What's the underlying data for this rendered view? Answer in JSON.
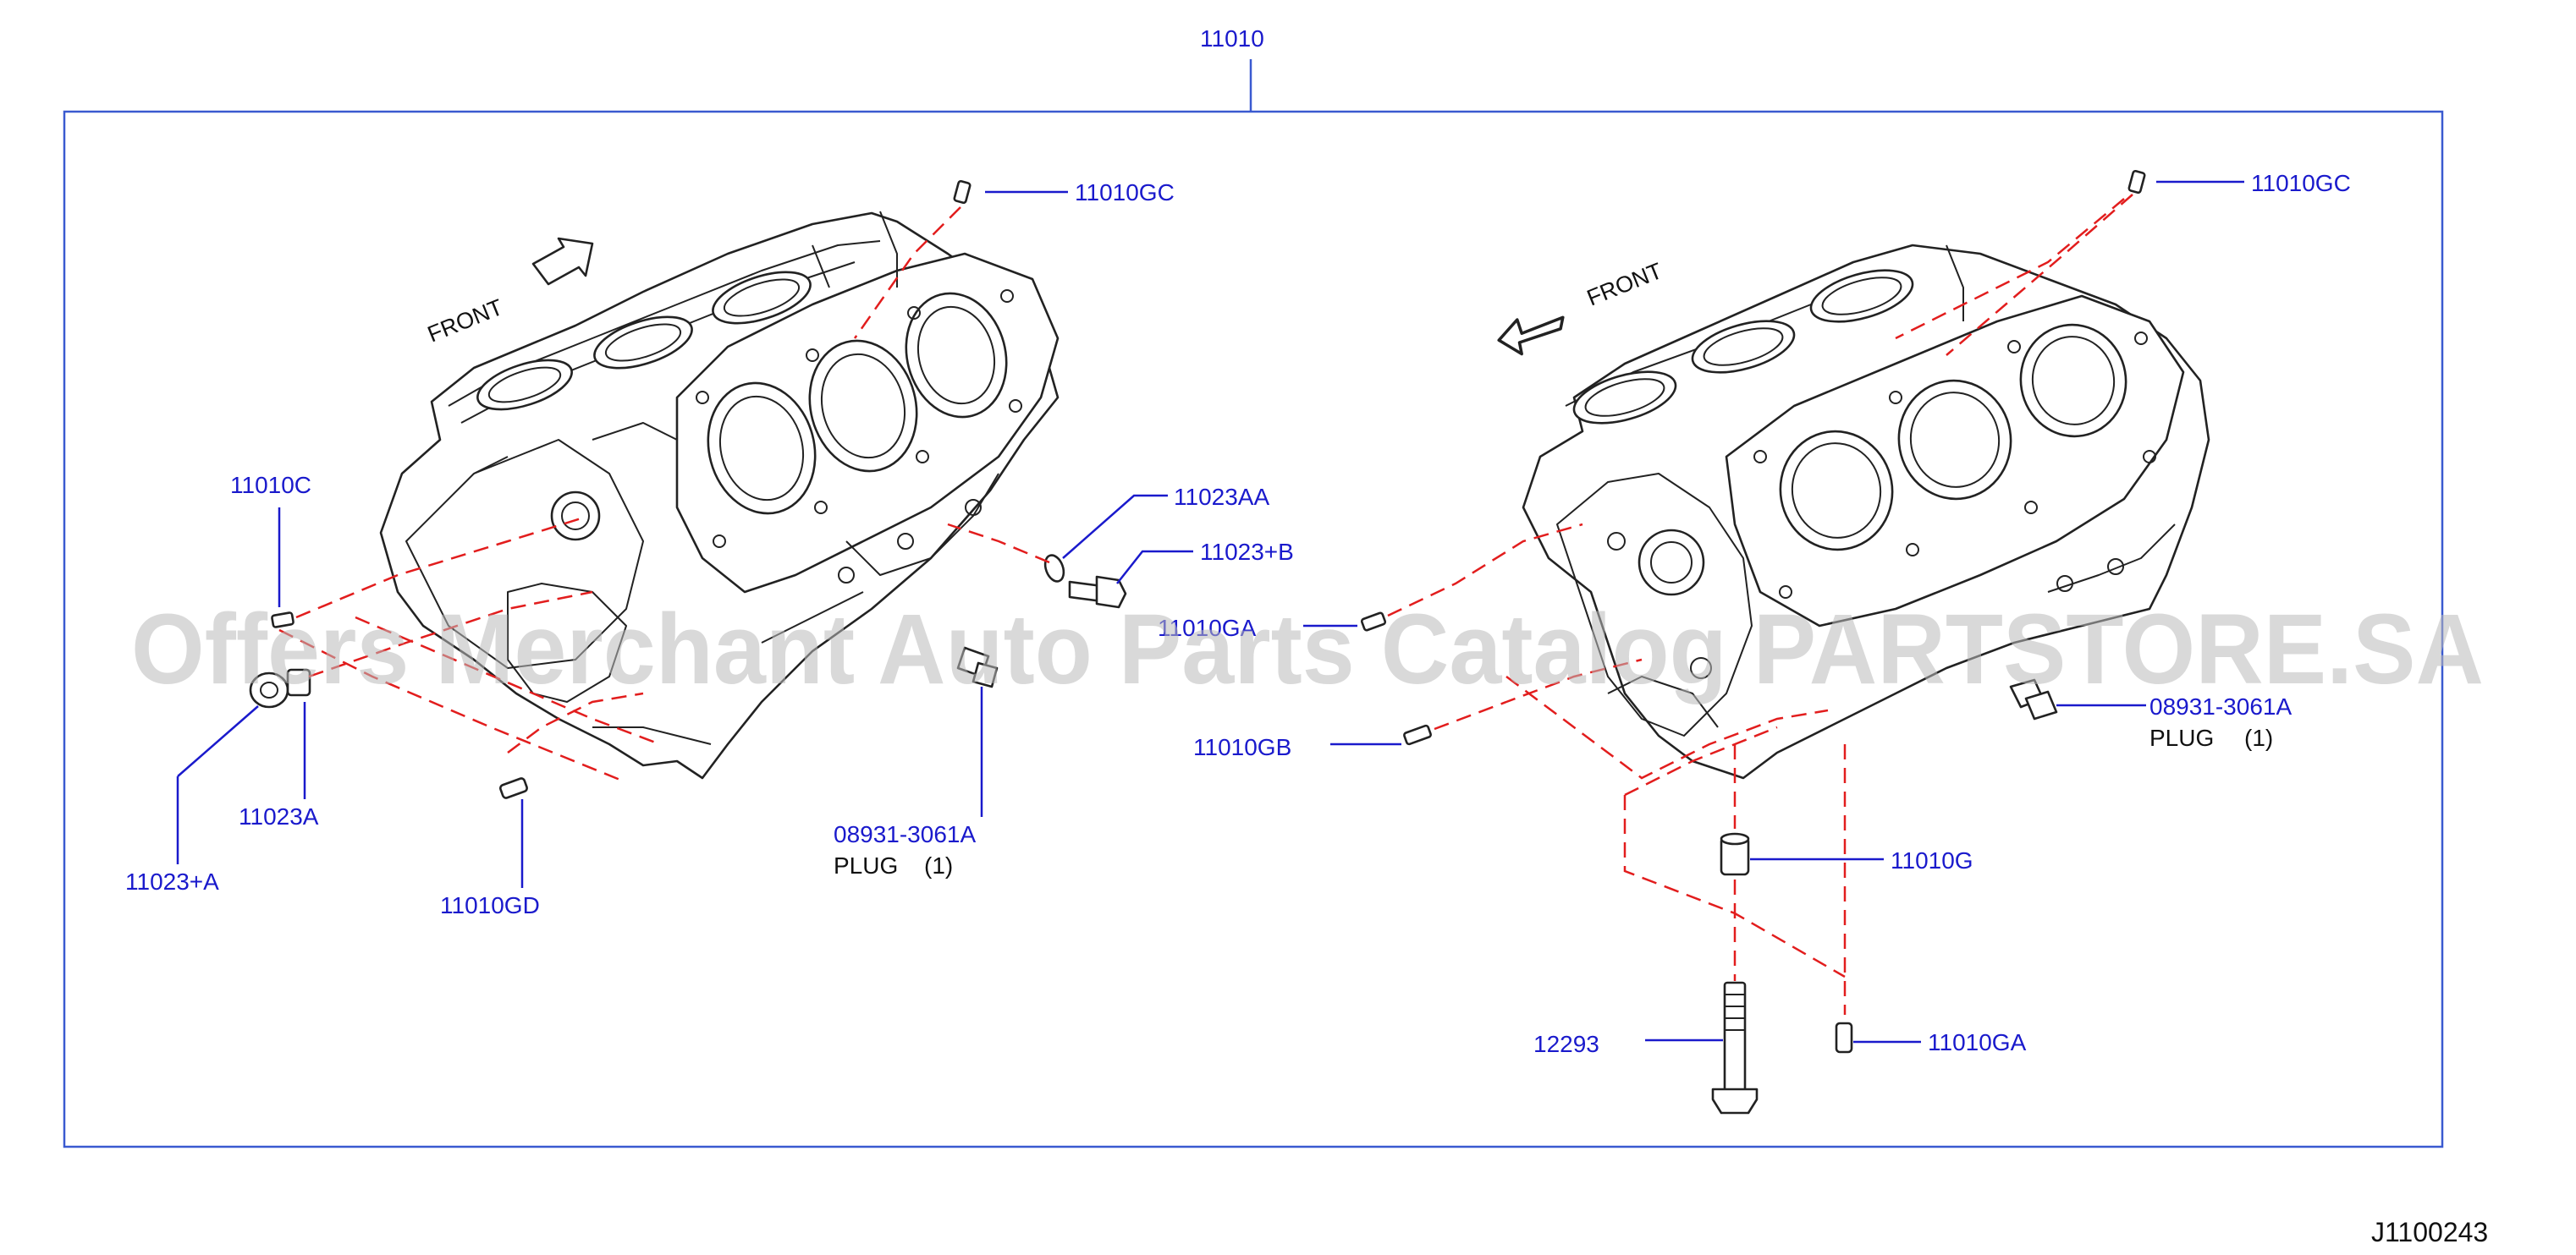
{
  "diagram": {
    "main_part_number": "11010",
    "diagram_id": "J1100243",
    "watermark": "Offers Merchant Auto Parts Catalog PARTSTORE.SA",
    "front_label": "FRONT",
    "colors": {
      "callout": "#1a1acc",
      "dashed_guide": "#e21d1d",
      "frame": "#3a5ad0",
      "ink": "#222222"
    }
  },
  "callouts": {
    "left_11010gc": "11010GC",
    "left_11010c": "11010C",
    "left_11023aa": "11023AA",
    "left_11023b": "11023+B",
    "left_11023a": "11023A",
    "left_11023plus_a": "11023+A",
    "left_11010gd": "11010GD",
    "left_plug_part": "08931-3061A",
    "left_plug_desc": "PLUG",
    "left_plug_qty": "(1)",
    "right_11010gc": "11010GC",
    "right_11010ga_upper": "11010GA",
    "right_11010gb": "11010GB",
    "right_plug_part": "08931-3061A",
    "right_plug_desc": "PLUG",
    "right_plug_qty": "(1)",
    "right_11010g": "11010G",
    "right_12293": "12293",
    "right_11010ga_lower": "11010GA"
  }
}
